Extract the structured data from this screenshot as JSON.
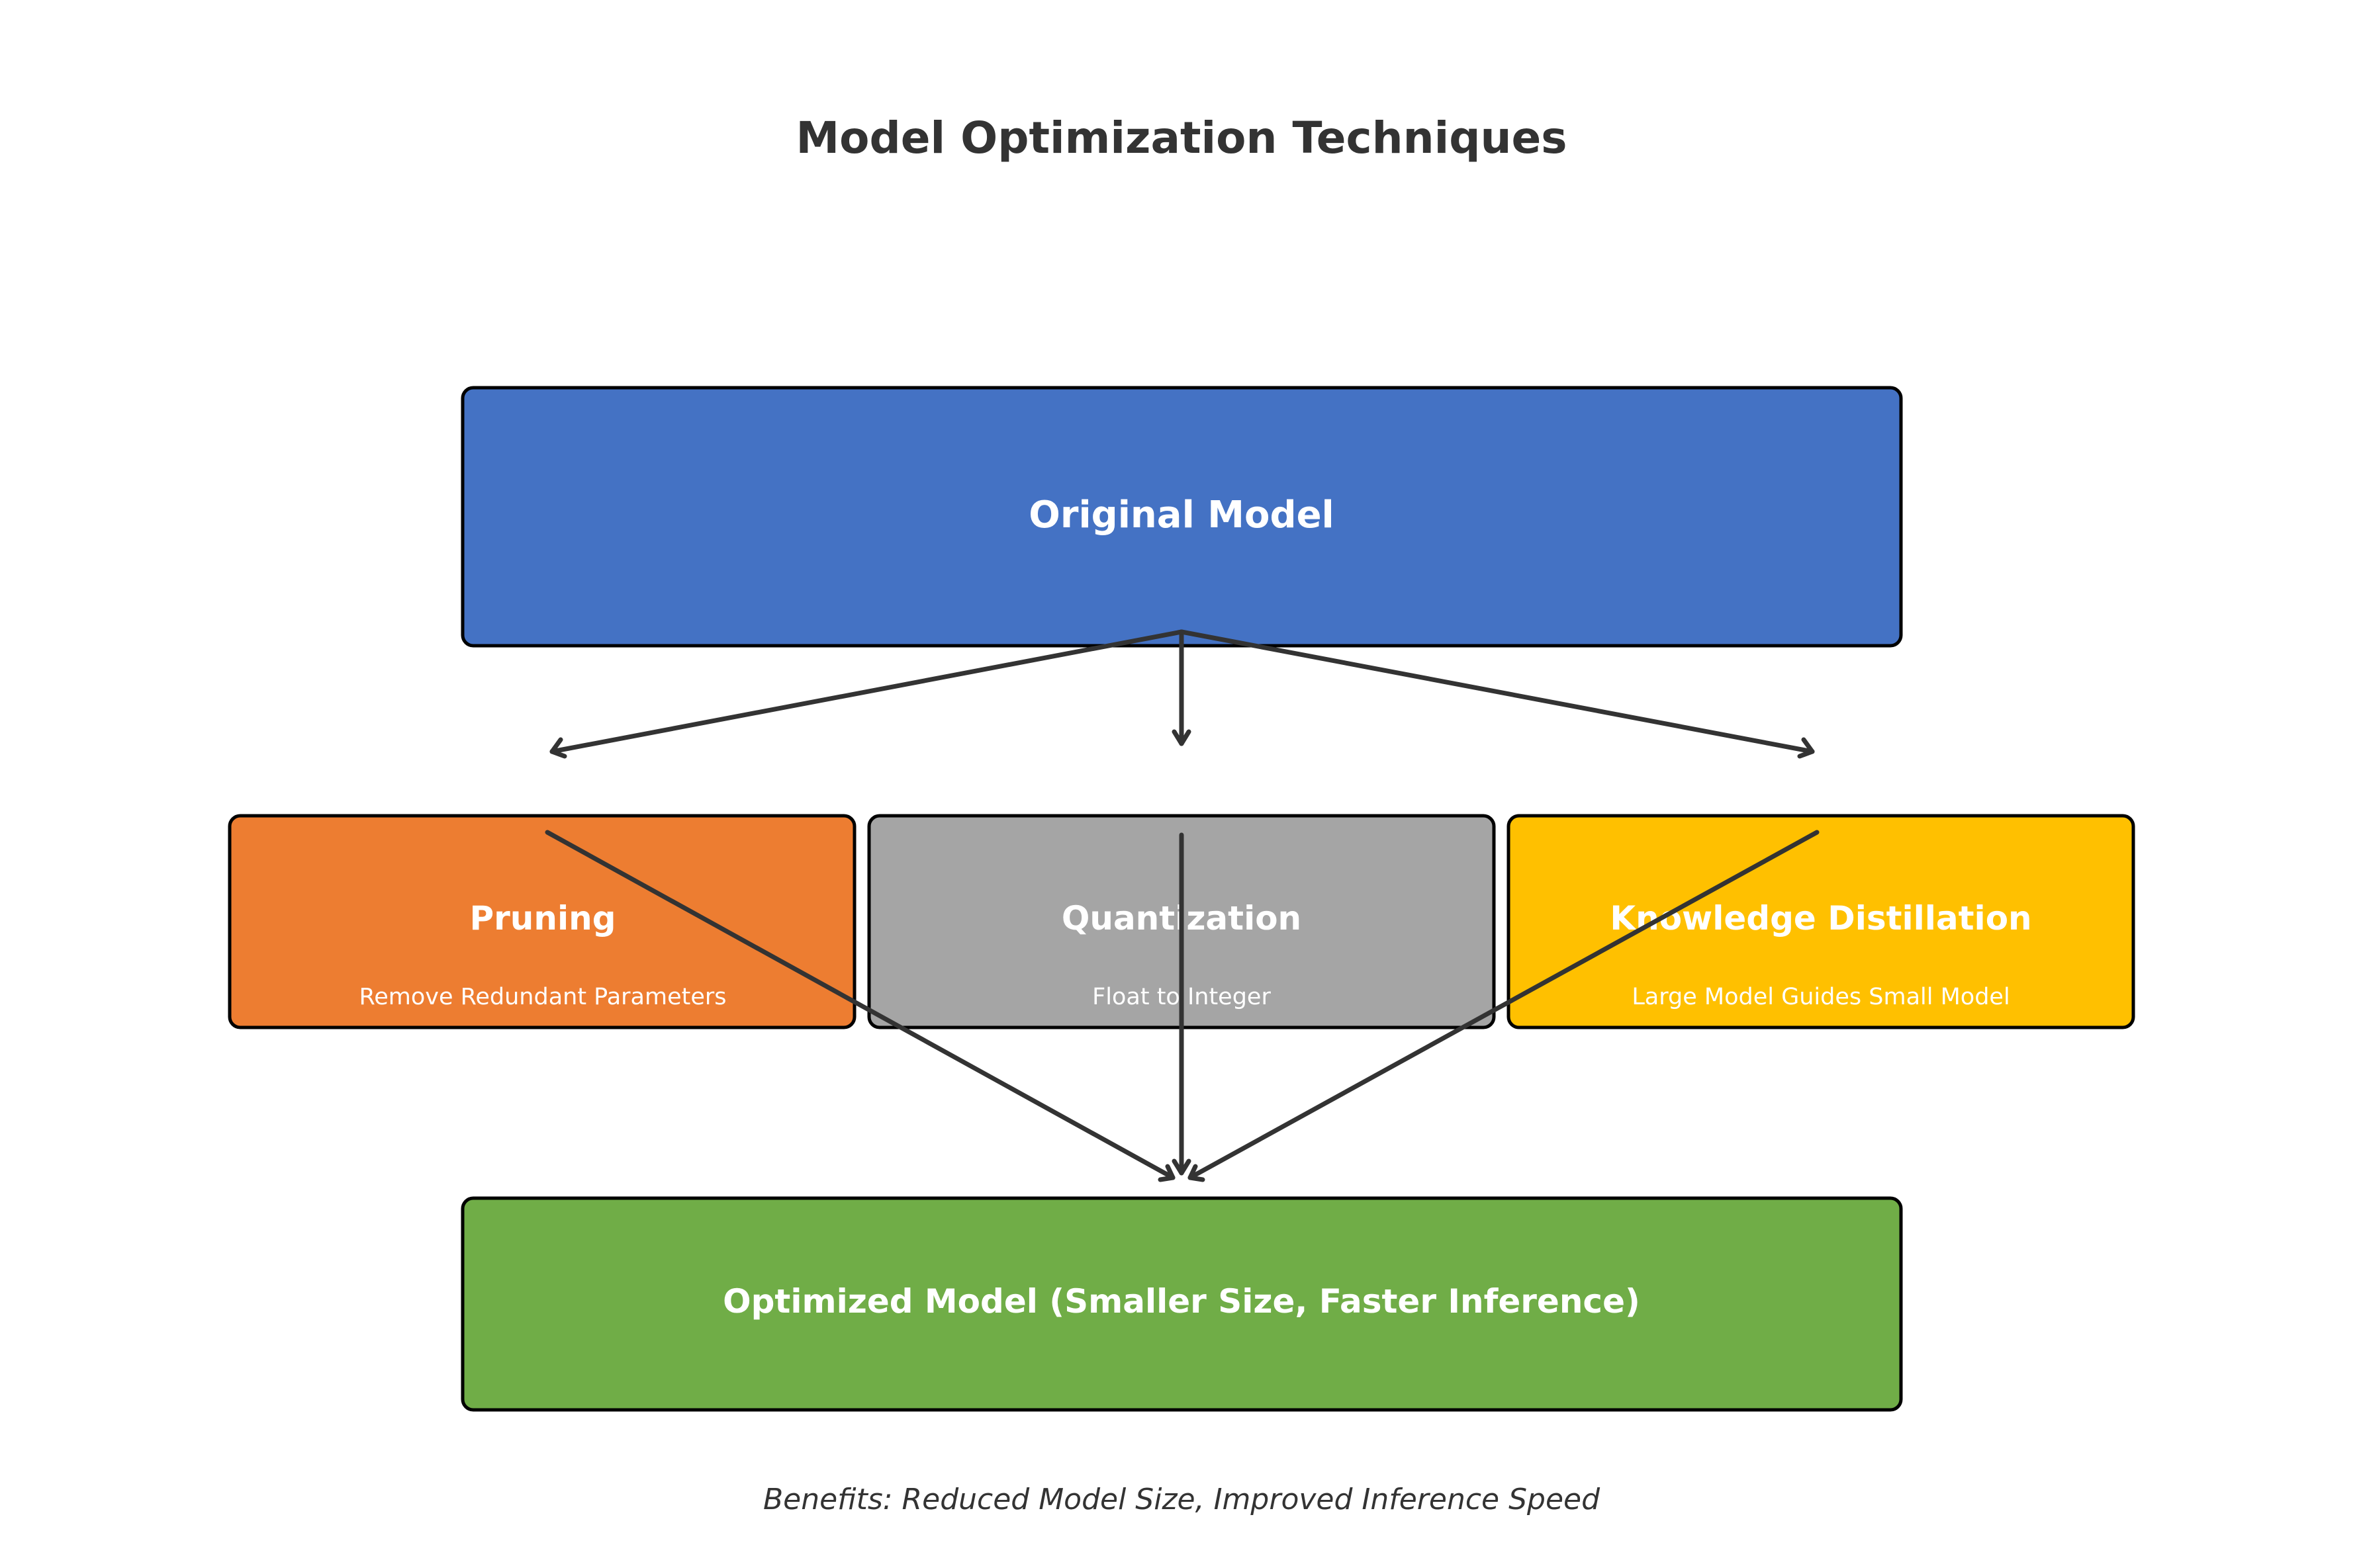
{
  "title": "Model Optimization Techniques",
  "original_model": {
    "label": "Original Model",
    "color": "#4472C4"
  },
  "techniques": [
    {
      "label": "Pruning",
      "description": "Remove Redundant Parameters",
      "color": "#ED7D31"
    },
    {
      "label": "Quantization",
      "description": "Float to Integer",
      "color": "#A5A5A5"
    },
    {
      "label": "Knowledge Distillation",
      "description": "Large Model Guides Small Model",
      "color": "#FFC000"
    }
  ],
  "optimized_model": {
    "label": "Optimized Model (Smaller Size, Faster Inference)",
    "color": "#70AD47"
  },
  "footer": "Benefits: Reduced Model Size, Improved Inference Speed",
  "edges": [
    {
      "from": "original-model",
      "to": "pruning"
    },
    {
      "from": "original-model",
      "to": "quantization"
    },
    {
      "from": "original-model",
      "to": "knowledge-distillation"
    },
    {
      "from": "pruning",
      "to": "optimized-model"
    },
    {
      "from": "quantization",
      "to": "optimized-model"
    },
    {
      "from": "knowledge-distillation",
      "to": "optimized-model"
    }
  ]
}
